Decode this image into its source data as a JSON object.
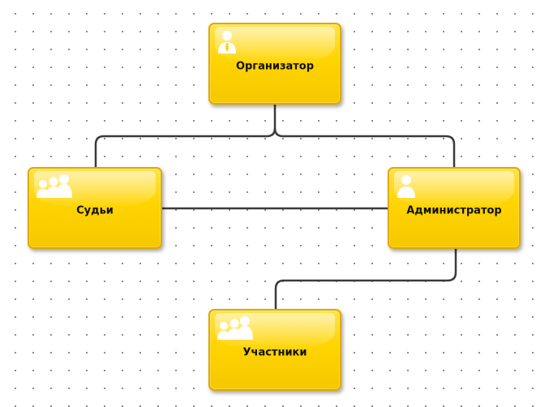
{
  "diagram": {
    "nodes": [
      {
        "id": "organizer",
        "label": "Организатор",
        "icon": "person-icon"
      },
      {
        "id": "judges",
        "label": "Судьи",
        "icon": "group-icon"
      },
      {
        "id": "admin",
        "label": "Администратор",
        "icon": "person-icon"
      },
      {
        "id": "participants",
        "label": "Участники",
        "icon": "group-icon"
      }
    ],
    "edges": [
      {
        "from": "organizer",
        "to": "judges"
      },
      {
        "from": "organizer",
        "to": "admin"
      },
      {
        "from": "judges",
        "to": "admin"
      },
      {
        "from": "admin",
        "to": "participants"
      }
    ],
    "colors": {
      "node_fill": "#ffd400",
      "node_border": "#e0a800",
      "connector": "#3a3a3a",
      "grid_dot": "#7a7a7a"
    }
  }
}
